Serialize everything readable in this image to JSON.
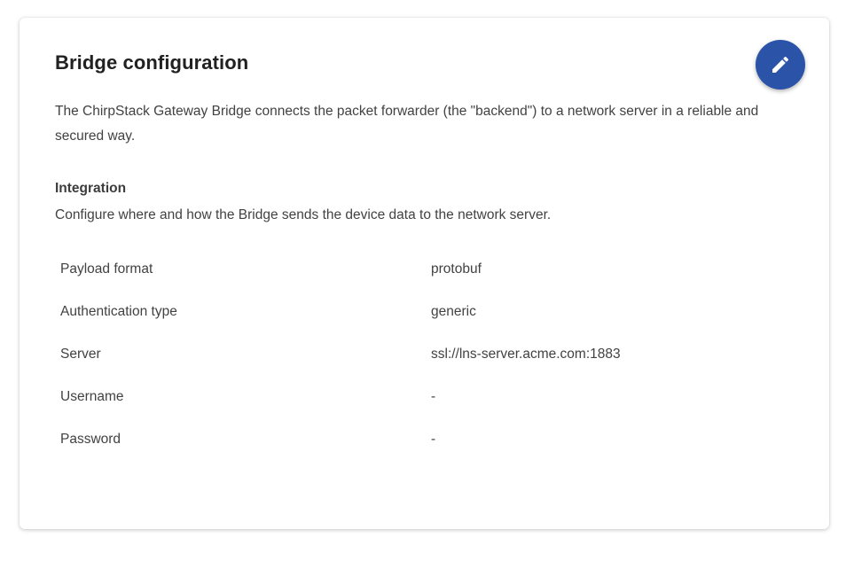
{
  "card": {
    "title": "Bridge configuration",
    "edit_button": {
      "icon": "pencil-icon",
      "color": "#2b54a9"
    },
    "description": "The ChirpStack Gateway Bridge connects the packet forwarder (the \"backend\") to a network server in a reliable and secured way.",
    "section": {
      "heading": "Integration",
      "subheading": "Configure where and how the Bridge sends the device data to the network server."
    },
    "table": {
      "rows": [
        {
          "label": "Payload format",
          "value": "protobuf"
        },
        {
          "label": "Authentication type",
          "value": "generic"
        },
        {
          "label": "Server",
          "value": "ssl://lns-server.acme.com:1883"
        },
        {
          "label": "Username",
          "value": "-"
        },
        {
          "label": "Password",
          "value": "-"
        }
      ]
    }
  }
}
